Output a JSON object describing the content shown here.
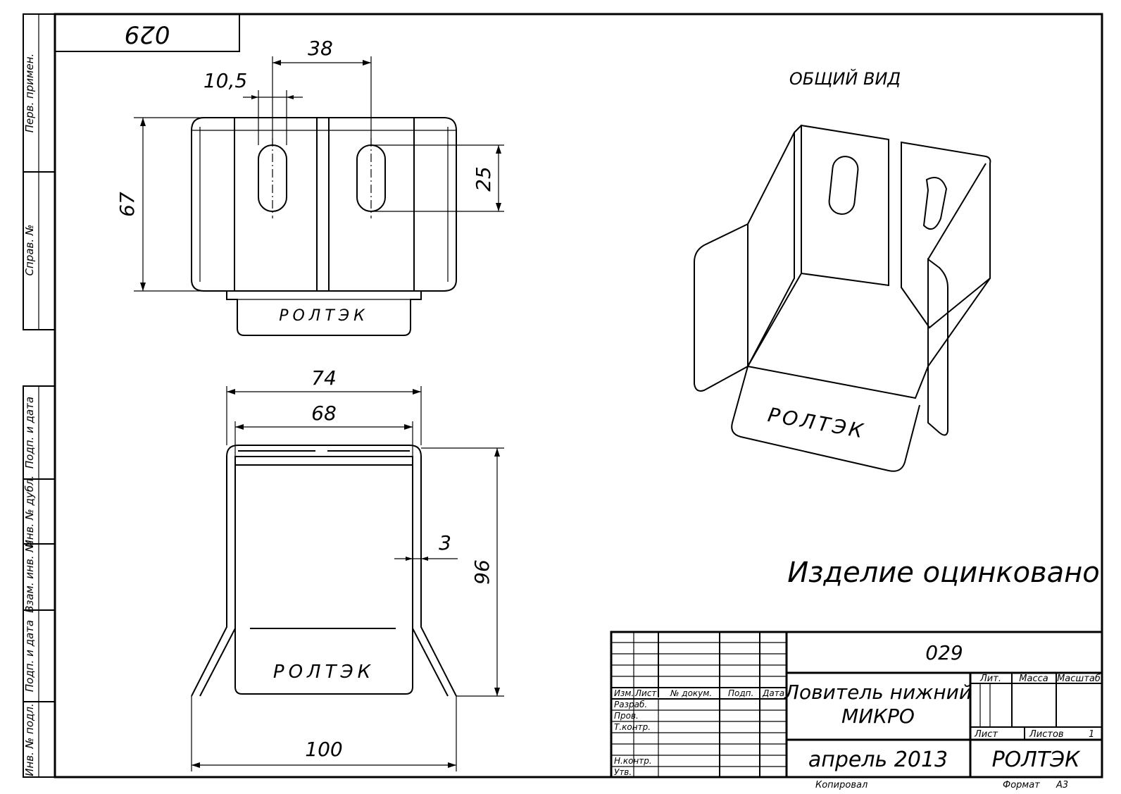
{
  "sheet": {
    "number_box": "029",
    "general_view": "ОБЩИЙ ВИД",
    "note": "Изделие оцинковано",
    "logo_text": "РОЛТЭК"
  },
  "margin_labels": [
    "Перв. примен.",
    "Справ. №",
    "Подп. и дата",
    "Инв. № дубл.",
    "Взам. инв. №",
    "Подп. и дата",
    "Инв. № подл."
  ],
  "dimensions": {
    "top_view": {
      "slot_width": "10,5",
      "slot_spacing": "38",
      "height": "67",
      "slot_length": "25"
    },
    "front_view": {
      "outer_width": "74",
      "inner_width": "68",
      "thickness": "3",
      "height": "96",
      "base_width": "100"
    }
  },
  "title_block": {
    "designation": "029",
    "name_line1": "Ловитель нижний",
    "name_line2": "МИКРО",
    "date": "апрель 2013",
    "company": "РОЛТЭК",
    "col_headers": [
      "Изм.",
      "Лист",
      "№ докум.",
      "Подп.",
      "Дата"
    ],
    "roles": [
      "Разраб.",
      "Пров.",
      "Т.контр.",
      "Н.контр.",
      "Утв."
    ],
    "lit": "Лит.",
    "mass": "Масса",
    "scale": "Масштаб",
    "sheet": "Лист",
    "sheets": "Листов",
    "sheets_count": "1",
    "copied": "Копировал",
    "format_label": "Формат",
    "format_value": "А3"
  }
}
